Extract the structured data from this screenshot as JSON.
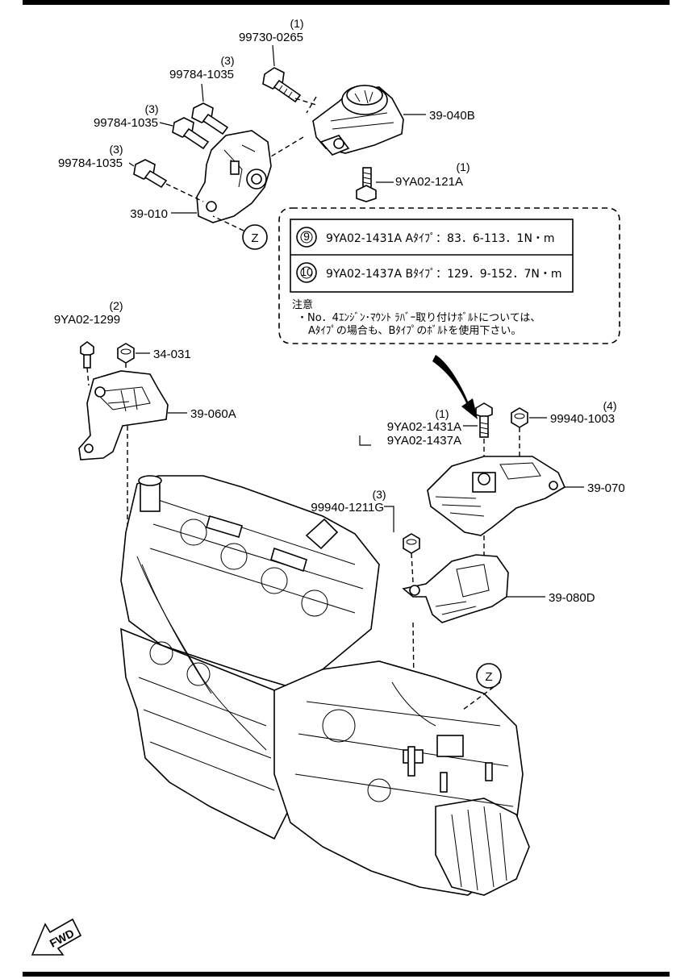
{
  "frame": {
    "border_color": "#000000"
  },
  "parts": [
    {
      "id": "p1",
      "number": "99730-0265",
      "qty": "(1)"
    },
    {
      "id": "p2",
      "number": "99784-1035",
      "qty": "(3)"
    },
    {
      "id": "p3",
      "number": "99784-1035",
      "qty": "(3)"
    },
    {
      "id": "p4",
      "number": "99784-1035",
      "qty": "(3)"
    },
    {
      "id": "p5",
      "number": "39-040B",
      "qty": ""
    },
    {
      "id": "p6",
      "number": "9YA02-121A",
      "qty": "(1)"
    },
    {
      "id": "p7",
      "number": "39-010",
      "qty": ""
    },
    {
      "id": "p8",
      "number": "9YA02-1299",
      "qty": "(2)"
    },
    {
      "id": "p9",
      "number": "34-031",
      "qty": ""
    },
    {
      "id": "p10",
      "number": "39-060A",
      "qty": ""
    },
    {
      "id": "p11",
      "number": "9YA02-1431A",
      "qty": "(1)"
    },
    {
      "id": "p12",
      "number": "9YA02-1437A",
      "qty": ""
    },
    {
      "id": "p13",
      "number": "99940-1003",
      "qty": "(4)"
    },
    {
      "id": "p14",
      "number": "39-070",
      "qty": ""
    },
    {
      "id": "p15",
      "number": "99940-1211G",
      "qty": "(3)"
    },
    {
      "id": "p16",
      "number": "39-080D",
      "qty": ""
    }
  ],
  "legend": {
    "rows": [
      {
        "badge": "9",
        "text": "9YA02-1431A  Aﾀｲﾌﾟ：83．6-113．1N・m"
      },
      {
        "badge": "10",
        "text": "9YA02-1437A  Bﾀｲﾌﾟ：129．9-152．7N・m"
      }
    ],
    "note_title": "注意",
    "note_line1": "・No．4ｴﾝｼﾞﾝ･ﾏｳﾝﾄ ﾗﾊﾞｰ取り付けﾎﾞﾙﾄについては、",
    "note_line2": "Aﾀｲﾌﾟの場合も、Bﾀｲﾌﾟのﾎﾞﾙﾄを使用下さい。"
  },
  "view_markers": [
    "Z",
    "Z"
  ],
  "direction_arrow": "FWD"
}
